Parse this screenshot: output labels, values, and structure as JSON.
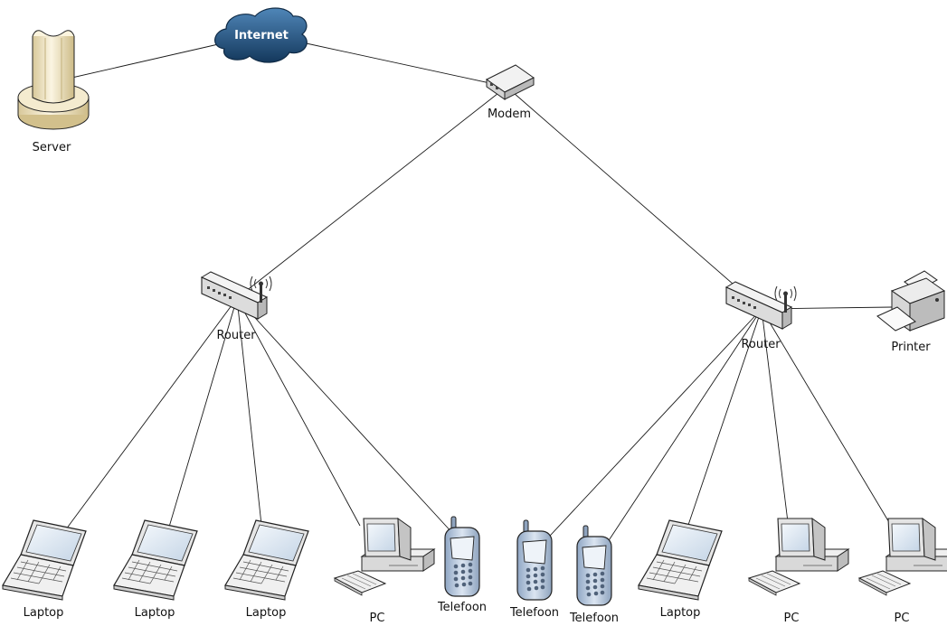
{
  "colors": {
    "link": "#1a1a1a",
    "cloud": "#1f4e79",
    "device_body": "#e9e9e9",
    "server_body": "#f2e7c9",
    "phone_body": "#b9c9dd",
    "screen": "#dfeaf5"
  },
  "nodes": {
    "internet": {
      "label": "Internet",
      "icon": "cloud-icon"
    },
    "server": {
      "label": "Server",
      "icon": "server-icon"
    },
    "modem": {
      "label": "Modem",
      "icon": "modem-icon"
    },
    "router_left": {
      "label": "Router",
      "icon": "wireless-router-icon"
    },
    "router_right": {
      "label": "Router",
      "icon": "wireless-router-icon"
    },
    "printer": {
      "label": "Printer",
      "icon": "printer-icon"
    },
    "laptop_1": {
      "label": "Laptop",
      "icon": "laptop-icon"
    },
    "laptop_2": {
      "label": "Laptop",
      "icon": "laptop-icon"
    },
    "laptop_3": {
      "label": "Laptop",
      "icon": "laptop-icon"
    },
    "pc_1": {
      "label": "PC",
      "icon": "desktop-pc-icon"
    },
    "phone_1": {
      "label": "Telefoon",
      "icon": "mobile-phone-icon"
    },
    "phone_2": {
      "label": "Telefoon",
      "icon": "mobile-phone-icon"
    },
    "phone_3": {
      "label": "Telefoon",
      "icon": "mobile-phone-icon"
    },
    "laptop_4": {
      "label": "Laptop",
      "icon": "laptop-icon"
    },
    "pc_2": {
      "label": "PC",
      "icon": "desktop-pc-icon"
    },
    "pc_3": {
      "label": "PC",
      "icon": "desktop-pc-icon"
    }
  },
  "edges": [
    [
      "server",
      "internet"
    ],
    [
      "internet",
      "modem"
    ],
    [
      "modem",
      "router_left"
    ],
    [
      "modem",
      "router_right"
    ],
    [
      "router_right",
      "printer"
    ],
    [
      "router_left",
      "laptop_1"
    ],
    [
      "router_left",
      "laptop_2"
    ],
    [
      "router_left",
      "laptop_3"
    ],
    [
      "router_left",
      "pc_1"
    ],
    [
      "router_left",
      "phone_1"
    ],
    [
      "router_right",
      "phone_2"
    ],
    [
      "router_right",
      "phone_3"
    ],
    [
      "router_right",
      "laptop_4"
    ],
    [
      "router_right",
      "pc_2"
    ],
    [
      "router_right",
      "pc_3"
    ]
  ]
}
